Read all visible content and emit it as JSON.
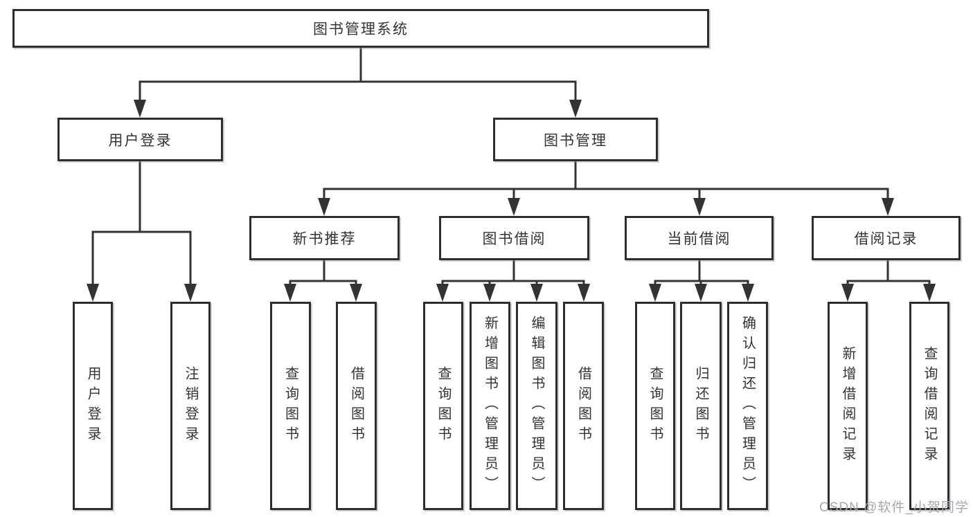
{
  "diagram": {
    "type": "hierarchy-tree",
    "root": {
      "label": "图书管理系统"
    },
    "level2": [
      {
        "id": "user-login",
        "label": "用户登录",
        "parent": "图书管理系统"
      },
      {
        "id": "book-management",
        "label": "图书管理",
        "parent": "图书管理系统"
      }
    ],
    "level3": [
      {
        "id": "new-book-recommendation",
        "label": "新书推荐",
        "parent": "图书管理"
      },
      {
        "id": "book-borrowing",
        "label": "图书借阅",
        "parent": "图书管理"
      },
      {
        "id": "current-borrowing",
        "label": "当前借阅",
        "parent": "图书管理"
      },
      {
        "id": "borrowing-records",
        "label": "借阅记录",
        "parent": "图书管理"
      }
    ],
    "leaves": [
      {
        "label": "用户登录",
        "parent": "用户登录"
      },
      {
        "label": "注销登录",
        "parent": "用户登录"
      },
      {
        "label": "查询图书",
        "parent": "新书推荐"
      },
      {
        "label": "借阅图书",
        "parent": "新书推荐"
      },
      {
        "label": "查询图书",
        "parent": "图书借阅"
      },
      {
        "label": "新增图书（管理员）",
        "parent": "图书借阅"
      },
      {
        "label": "编辑图书（管理员）",
        "parent": "图书借阅"
      },
      {
        "label": "借阅图书",
        "parent": "图书借阅"
      },
      {
        "label": "查询图书",
        "parent": "当前借阅"
      },
      {
        "label": "归还图书",
        "parent": "当前借阅"
      },
      {
        "label": "确认归还（管理员）",
        "parent": "当前借阅"
      },
      {
        "label": "新增借阅记录",
        "parent": "借阅记录"
      },
      {
        "label": "查询借阅记录",
        "parent": "借阅记录"
      }
    ]
  },
  "watermark": {
    "text": "CSDN @软件_小贺同学"
  },
  "colors": {
    "background": "#ffffff",
    "line": "#333333",
    "box_border": "#2e2e2e",
    "text": "#333333",
    "watermark": "#a7a7af"
  }
}
